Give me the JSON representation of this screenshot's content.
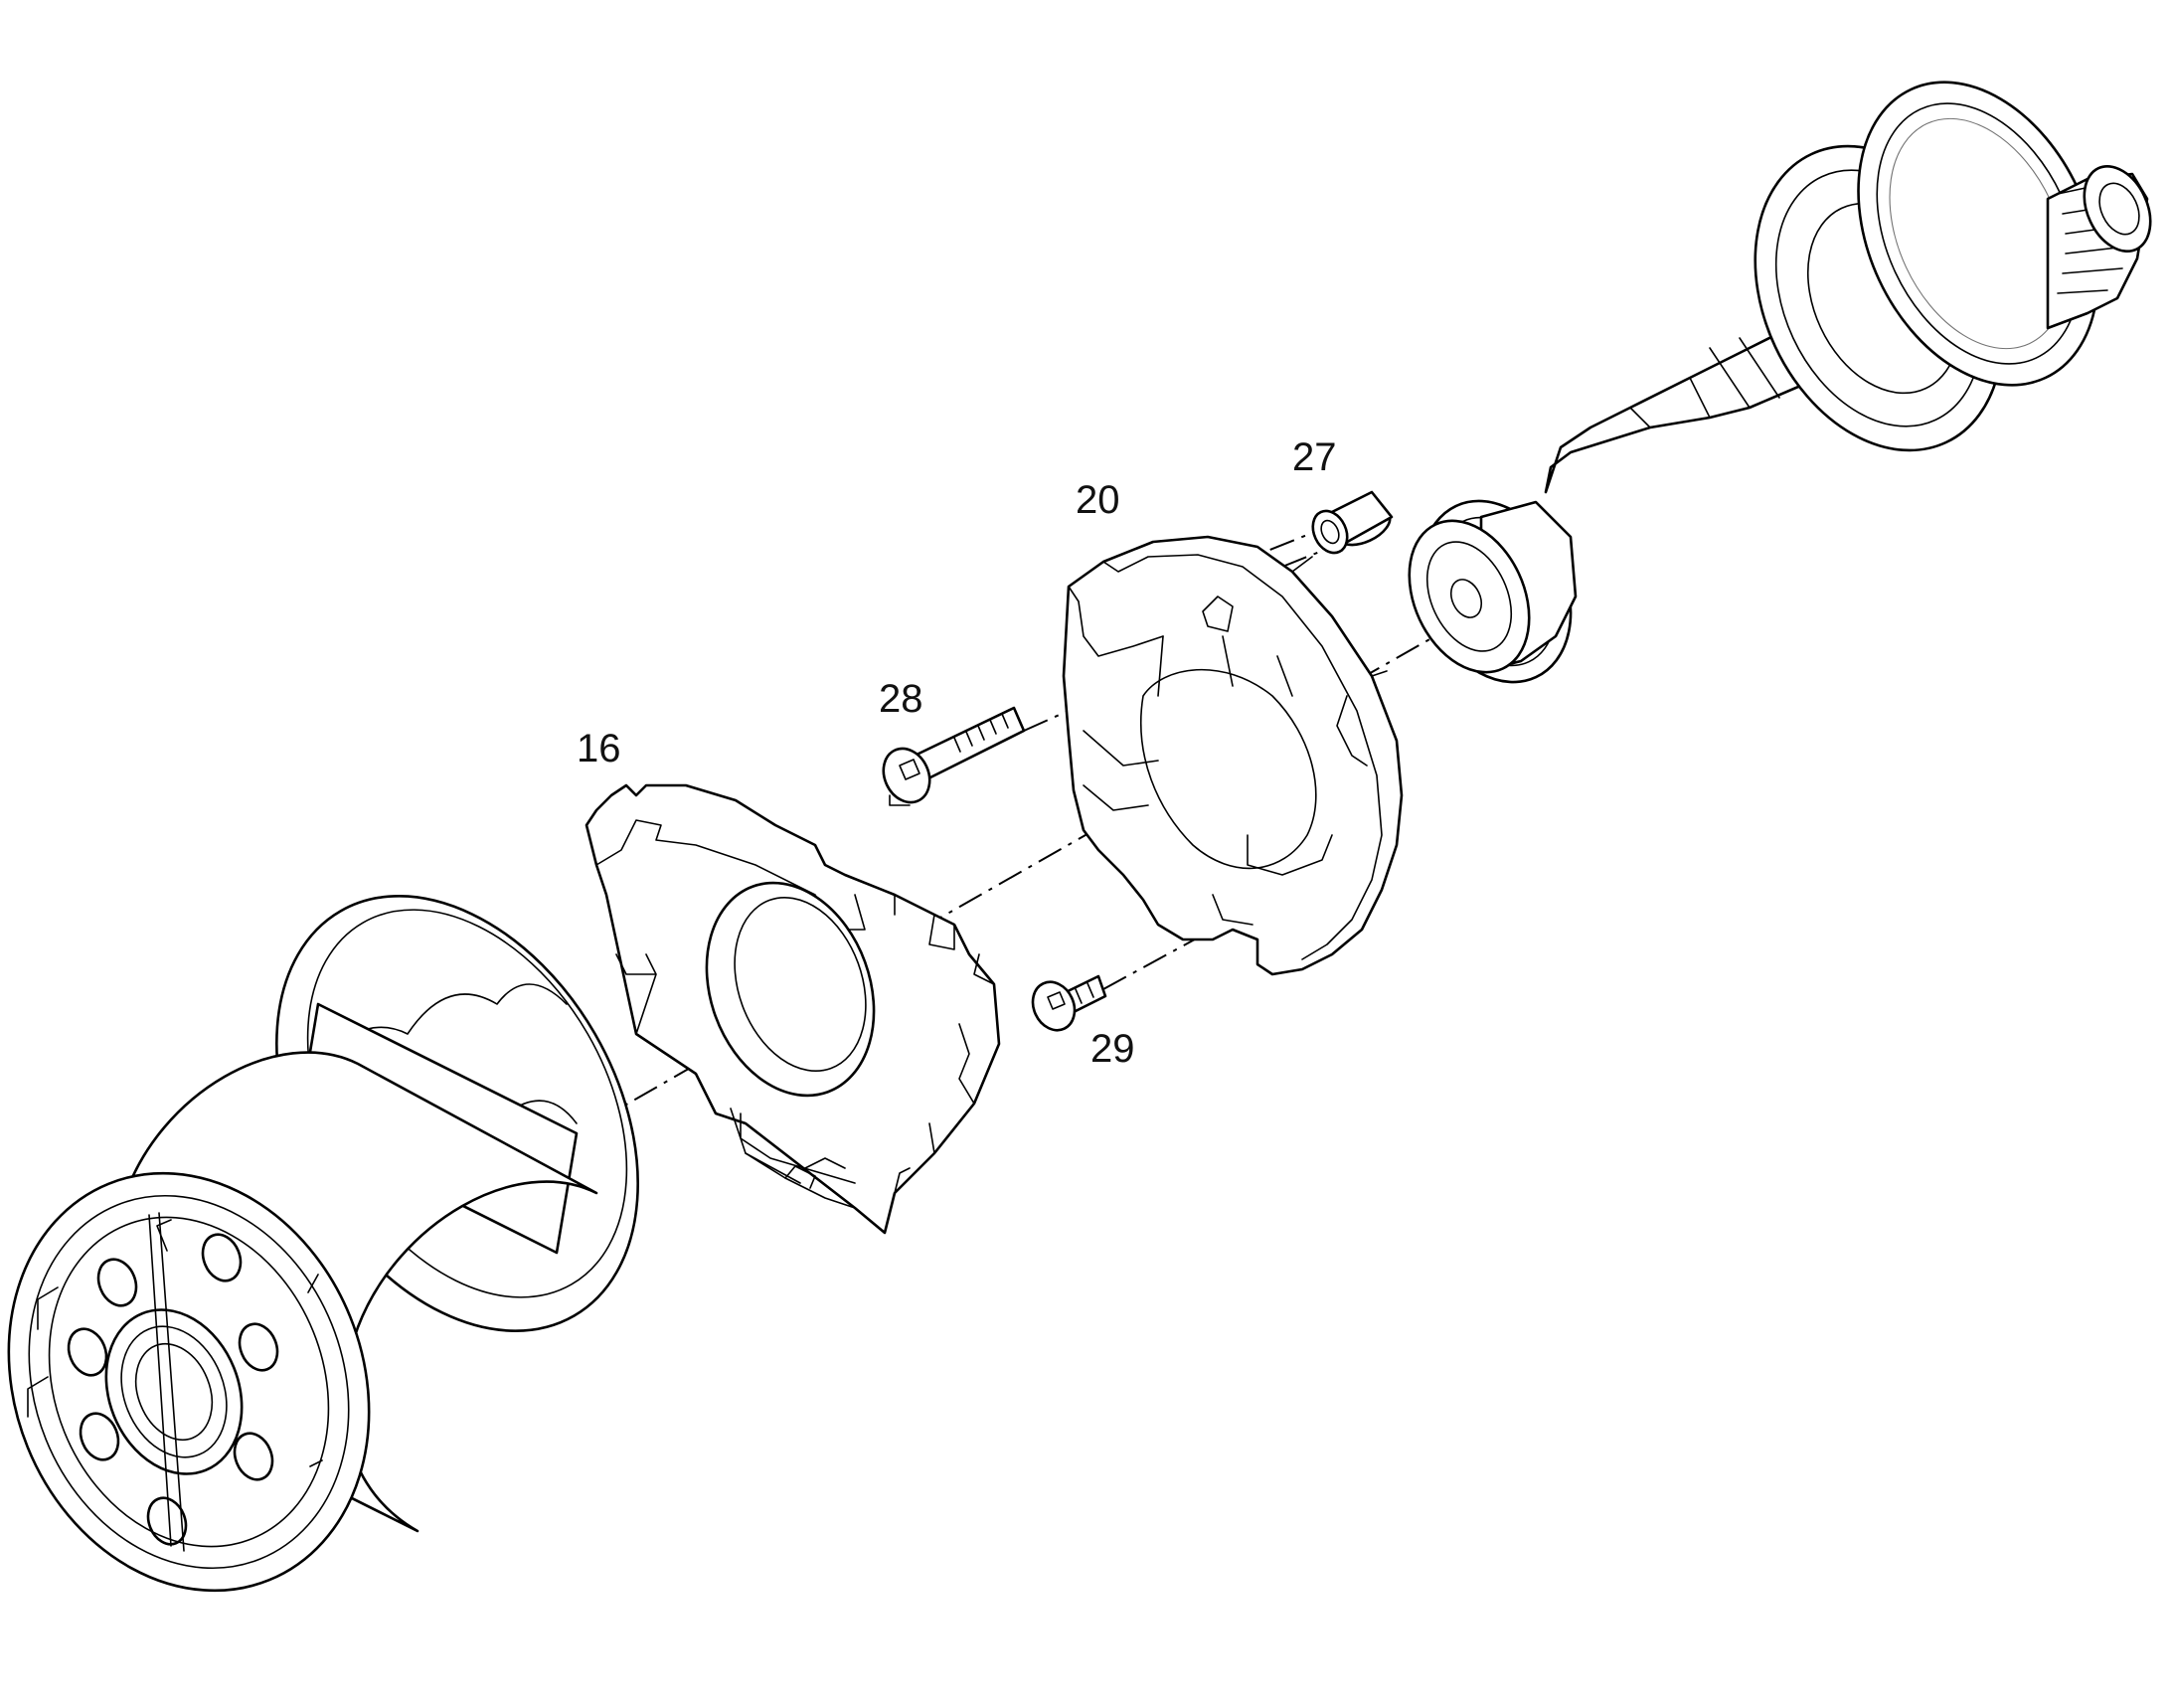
{
  "callouts": {
    "c16": "16",
    "c20": "20",
    "c27": "27",
    "c28": "28",
    "c29": "29"
  },
  "colors": {
    "line": "#000000",
    "background": "#ffffff"
  }
}
